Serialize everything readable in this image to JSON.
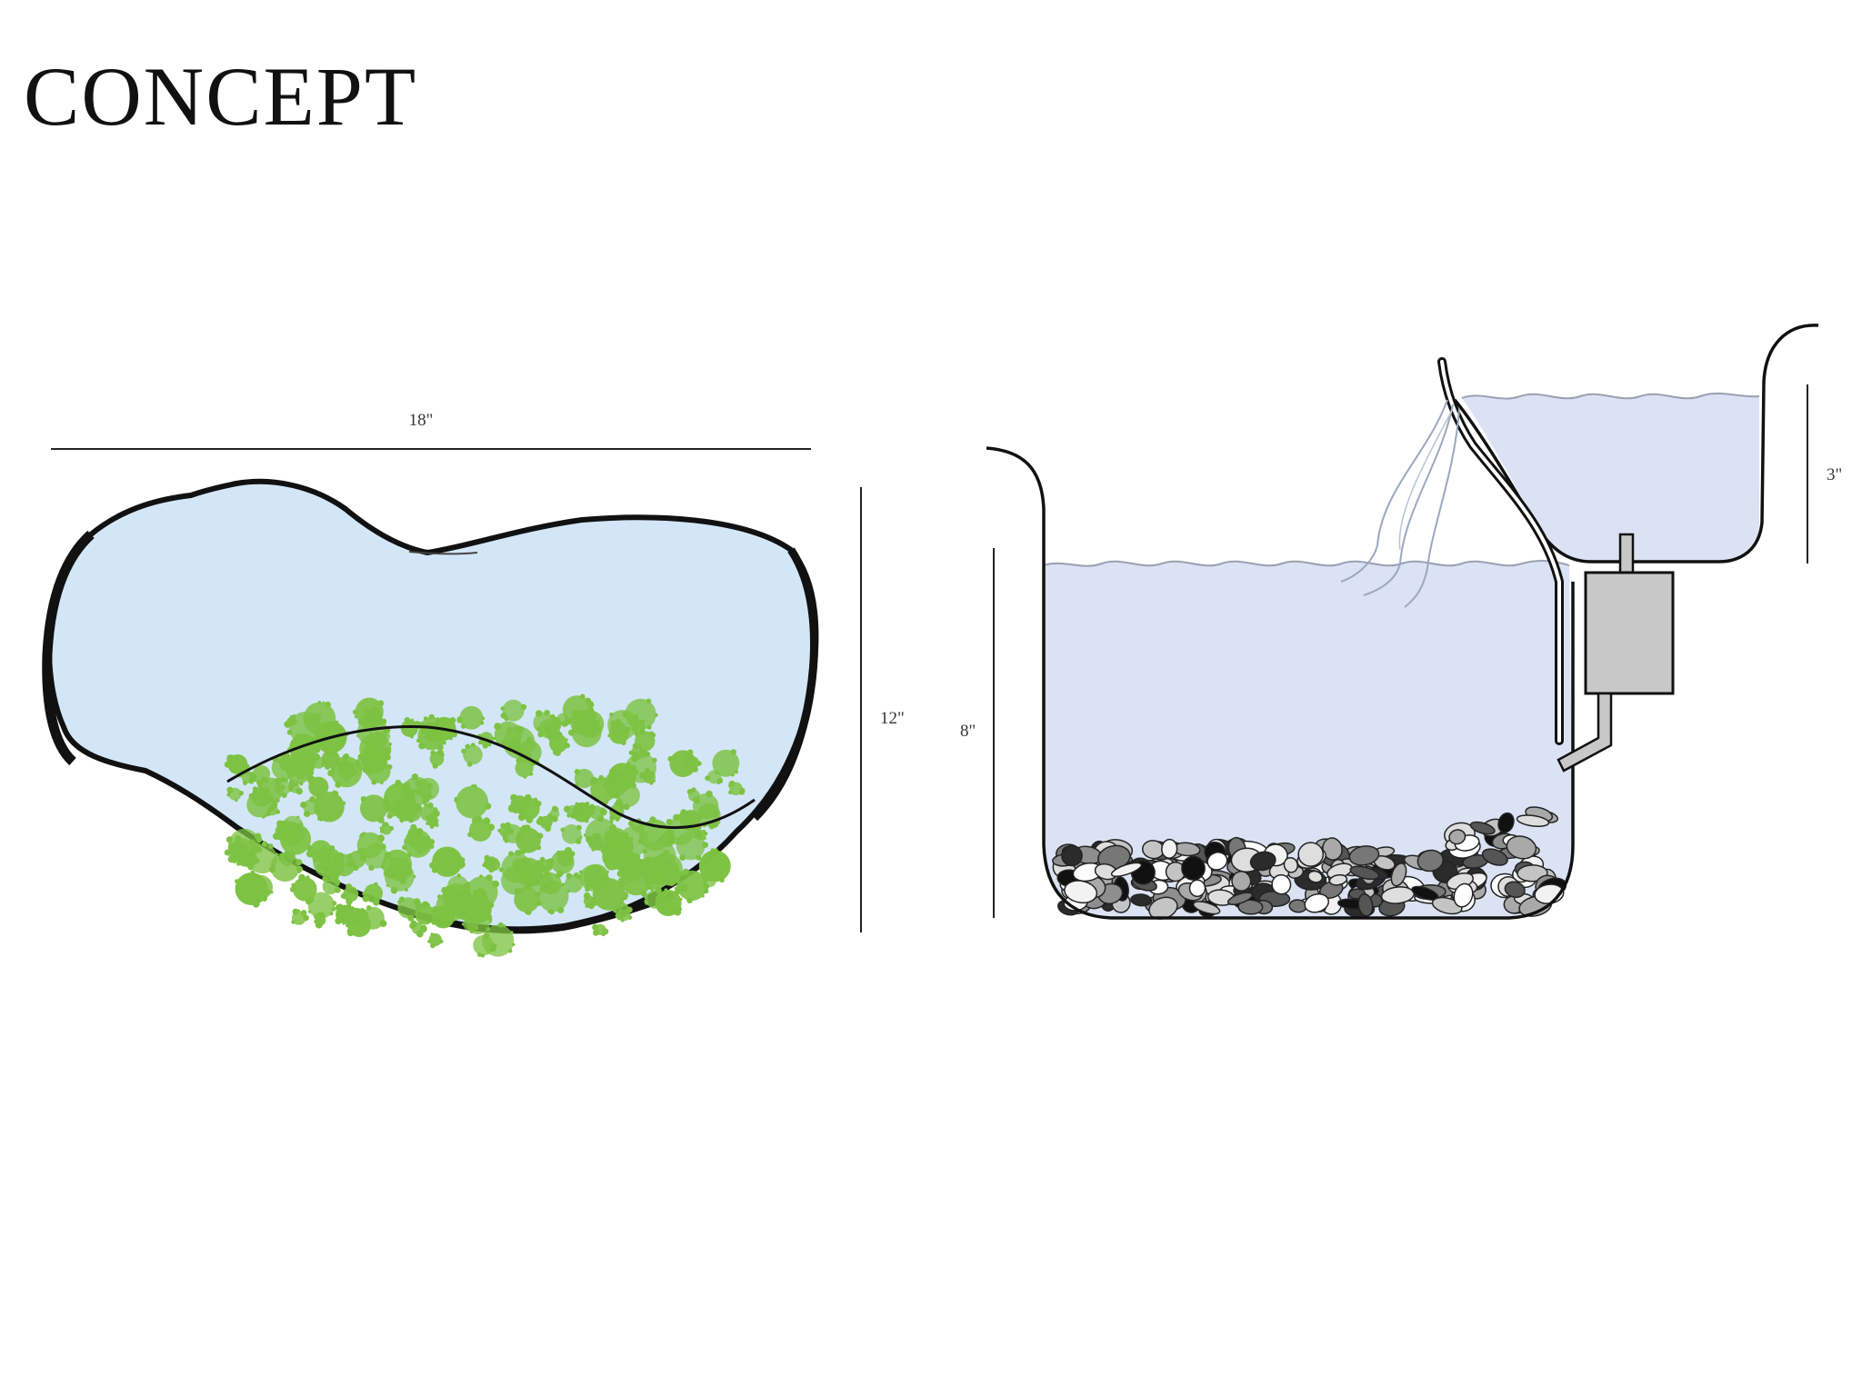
{
  "title": "CONCEPT",
  "dimensions": {
    "top_view_width": "18\"",
    "top_view_depth": "12\"",
    "side_view_tank_height": "8\"",
    "side_view_upper_basin_height": "3\""
  },
  "colors": {
    "water_top_view": "#d3e6f8",
    "water_side_view": "#dbe2f3",
    "plants": "#7dc242",
    "outline": "#111111",
    "pump": "#c8c8c8",
    "wave_line": "#9aa0b0"
  }
}
